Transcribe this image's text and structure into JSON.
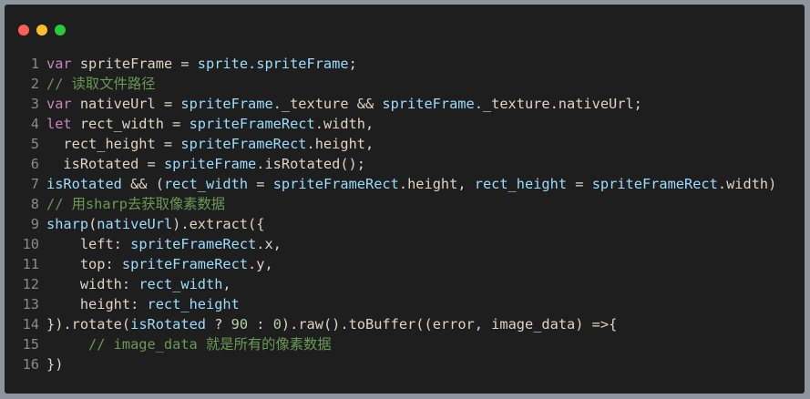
{
  "window": {
    "dots": [
      {
        "name": "close",
        "color": "#ff5f56"
      },
      {
        "name": "minimize",
        "color": "#ffbd2e"
      },
      {
        "name": "maximize",
        "color": "#27c93f"
      }
    ]
  },
  "code": {
    "lines": [
      {
        "n": "1",
        "tokens": [
          [
            "var ",
            "kw"
          ],
          [
            "spriteFrame = ",
            "pl"
          ],
          [
            "sprite.spriteFrame",
            "id"
          ],
          [
            ";",
            "pl"
          ]
        ]
      },
      {
        "n": "2",
        "tokens": [
          [
            "// 读取文件路径",
            "cm"
          ]
        ]
      },
      {
        "n": "3",
        "tokens": [
          [
            "var ",
            "kw"
          ],
          [
            "nativeUrl = ",
            "pl"
          ],
          [
            "spriteFrame.",
            "id"
          ],
          [
            "_texture && ",
            "pl"
          ],
          [
            "spriteFrame.",
            "id"
          ],
          [
            "_texture.nativeUrl;",
            "pl"
          ]
        ]
      },
      {
        "n": "4",
        "tokens": [
          [
            "let ",
            "kw"
          ],
          [
            "rect_width = ",
            "pl"
          ],
          [
            "spriteFrameRect",
            "id"
          ],
          [
            ".width,",
            "pl"
          ]
        ]
      },
      {
        "n": "5",
        "tokens": [
          [
            "  rect_height = ",
            "pl"
          ],
          [
            "spriteFrameRect",
            "id"
          ],
          [
            ".height,",
            "pl"
          ]
        ]
      },
      {
        "n": "6",
        "tokens": [
          [
            "  isRotated = ",
            "pl"
          ],
          [
            "spriteFrame",
            "id"
          ],
          [
            ".isRotated();",
            "pl"
          ]
        ]
      },
      {
        "n": "7",
        "tokens": [
          [
            "isRotated",
            "id"
          ],
          [
            " && (",
            "pl"
          ],
          [
            "rect_width",
            "id"
          ],
          [
            " = ",
            "pl"
          ],
          [
            "spriteFrameRect",
            "id"
          ],
          [
            ".height, ",
            "pl"
          ],
          [
            "rect_height",
            "id"
          ],
          [
            " = ",
            "pl"
          ],
          [
            "spriteFrameRect",
            "id"
          ],
          [
            ".width)",
            "pl"
          ]
        ]
      },
      {
        "n": "8",
        "tokens": [
          [
            "// 用sharp去获取像素数据",
            "cm"
          ]
        ]
      },
      {
        "n": "9",
        "tokens": [
          [
            "sharp",
            "id"
          ],
          [
            "(",
            "pl"
          ],
          [
            "nativeUrl",
            "id"
          ],
          [
            ").extract({",
            "pl"
          ]
        ]
      },
      {
        "n": "10",
        "tokens": [
          [
            "    left: ",
            "pl"
          ],
          [
            "spriteFrameRect",
            "id"
          ],
          [
            ".x,",
            "pl"
          ]
        ]
      },
      {
        "n": "11",
        "tokens": [
          [
            "    top: ",
            "pl"
          ],
          [
            "spriteFrameRect",
            "id"
          ],
          [
            ".y,",
            "pl"
          ]
        ]
      },
      {
        "n": "12",
        "tokens": [
          [
            "    width: ",
            "pl"
          ],
          [
            "rect_width",
            "id"
          ],
          [
            ",",
            "pl"
          ]
        ]
      },
      {
        "n": "13",
        "tokens": [
          [
            "    height: ",
            "pl"
          ],
          [
            "rect_height",
            "id"
          ]
        ]
      },
      {
        "n": "14",
        "tokens": [
          [
            "}).rotate(",
            "pl"
          ],
          [
            "isRotated",
            "id"
          ],
          [
            " ? ",
            "pl"
          ],
          [
            "90",
            "num"
          ],
          [
            " : ",
            "pl"
          ],
          [
            "0",
            "num"
          ],
          [
            ").raw().toBuffer((error, image_data) =>{",
            "pl"
          ]
        ]
      },
      {
        "n": "15",
        "tokens": [
          [
            "     // image_data 就是所有的像素数据",
            "cm"
          ]
        ]
      },
      {
        "n": "16",
        "tokens": [
          [
            "})",
            "pl"
          ]
        ]
      }
    ]
  }
}
